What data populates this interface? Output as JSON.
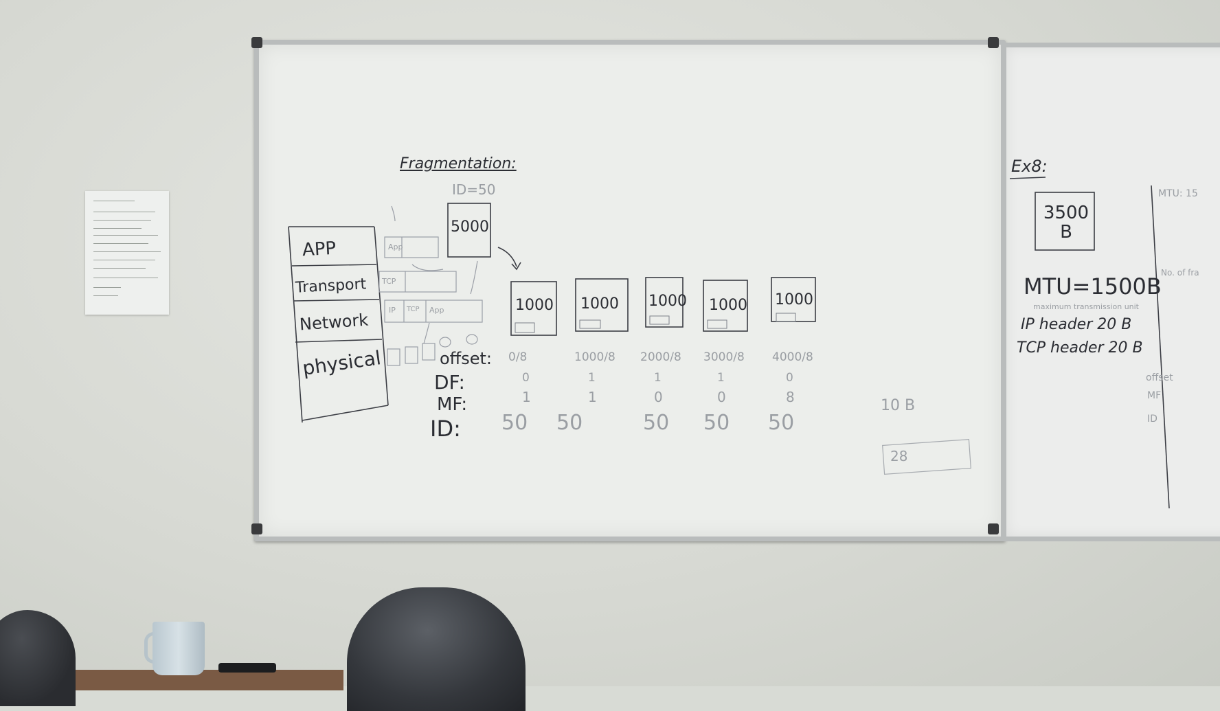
{
  "notice": {
    "lines": 12
  },
  "board_main": {
    "title": "Fragmentation:",
    "id_label": "ID=50",
    "datagram_label": "5000",
    "layers": [
      "APP",
      "Transport",
      "Network",
      "physical"
    ],
    "encap": {
      "app": "App",
      "tcp": "TCP",
      "ip": "IP",
      "tcp_small": "TCP",
      "app_small": "App"
    },
    "fragments": [
      "1000",
      "1000",
      "1000",
      "1000",
      "1000"
    ],
    "row_labels": {
      "offset": "offset:",
      "df": "DF:",
      "mf": "MF:",
      "id": "ID:"
    },
    "offsets": [
      "0/8",
      "1000/8",
      "2000/8",
      "3000/8",
      "4000/8"
    ],
    "df_values": [
      "0",
      "1",
      "1",
      "1",
      "0"
    ],
    "mf_values": [
      "1",
      "1",
      "0",
      "0",
      "8"
    ],
    "id_values": [
      "50",
      "50",
      "50",
      "50",
      "50"
    ],
    "side_note": "10 B",
    "boxed_note": "28"
  },
  "board_side": {
    "title": "Ex8:",
    "datagram": "3500 B",
    "mtu": "MTU=1500B",
    "mtu_note": "maximum transmission unit",
    "ip_header": "IP header 20 B",
    "tcp_header": "TCP header 20 B",
    "right_mtu": "MTU: 15",
    "right_note": "No. of fra",
    "right_labels": [
      "offset",
      "MF",
      "ID"
    ]
  }
}
